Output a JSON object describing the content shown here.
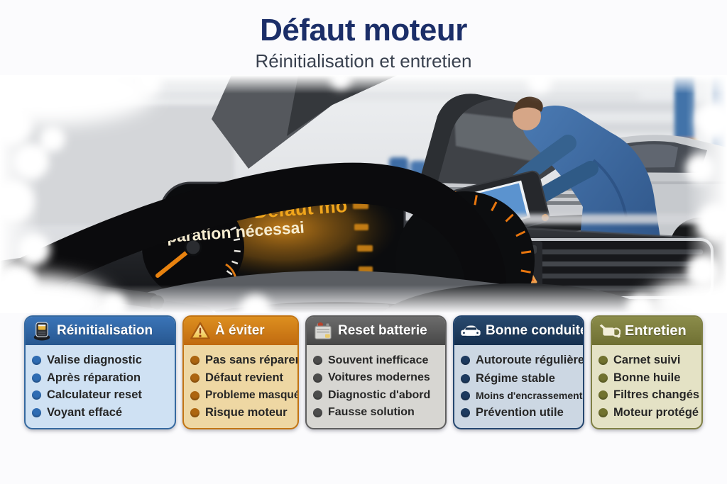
{
  "header": {
    "title": "Défaut moteur",
    "subtitle": "Réinitialisation et entretien",
    "title_color": "#1b2e68",
    "subtitle_color": "#39414f"
  },
  "photo": {
    "cluster": {
      "warning_icon": "check-engine-icon",
      "line1": "Défaut mo",
      "line2": "Réparation nécessai",
      "line1_color": "#f1a61c",
      "line2_color": "#f6ecd0"
    }
  },
  "cards": [
    {
      "title": "Réinitialisation",
      "icon": "obd-scanner-icon",
      "header_color": "#2e67a9",
      "body_color": "#cfe1f3",
      "bullet_color": "#2f6cb3",
      "items": [
        "Valise diagnostic",
        "Après réparation",
        "Calculateur reset",
        "Voyant effacé"
      ]
    },
    {
      "title": "À éviter",
      "icon": "warning-triangle-icon",
      "header_color": "#cf7b15",
      "body_color": "#eed7a3",
      "bullet_color": "#ad6510",
      "items": [
        "Pas sans réparer",
        "Défaut revient",
        "Probleme masqué",
        "Risque moteur"
      ]
    },
    {
      "title": "Reset batterie",
      "icon": "car-battery-icon",
      "header_color": "#585858",
      "body_color": "#d7d6d2",
      "bullet_color": "#4c4c4c",
      "items": [
        "Souvent inefficace",
        "Voitures modernes",
        "Diagnostic d'abord",
        "Fausse solution"
      ]
    },
    {
      "title": "Bonne conduite",
      "icon": "car-front-icon",
      "header_color": "#1d3c64",
      "body_color": "#ccd7e3",
      "bullet_color": "#1d3a5f",
      "items": [
        "Autoroute régulière",
        "Régime stable",
        "Moins d'encrassement",
        "Prévention utile"
      ]
    },
    {
      "title": "Entretien",
      "icon": "oil-can-icon",
      "header_color": "#7d7e3e",
      "body_color": "#e4e2c5",
      "bullet_color": "#71722f",
      "items": [
        "Carnet suivi",
        "Bonne huile",
        "Filtres changés",
        "Moteur protégé"
      ]
    }
  ]
}
